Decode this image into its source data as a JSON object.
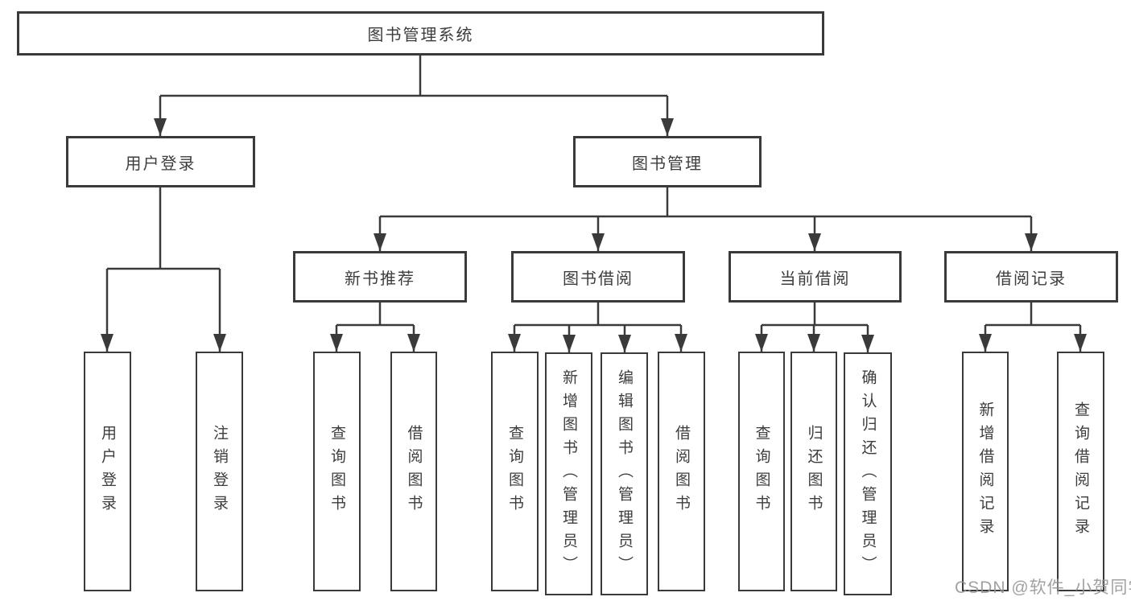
{
  "diagram": {
    "root": {
      "label": "图书管理系统"
    },
    "login_branch": {
      "label": "用户登录",
      "children": [
        {
          "label": "用户登录"
        },
        {
          "label": "注销登录"
        }
      ]
    },
    "manage_branch": {
      "label": "图书管理",
      "groups": [
        {
          "label": "新书推荐",
          "children": [
            {
              "label": "查询图书"
            },
            {
              "label": "借阅图书"
            }
          ]
        },
        {
          "label": "图书借阅",
          "children": [
            {
              "label": "查询图书"
            },
            {
              "label": "新增图书（管理员）"
            },
            {
              "label": "编辑图书（管理员）"
            },
            {
              "label": "借阅图书"
            }
          ]
        },
        {
          "label": "当前借阅",
          "children": [
            {
              "label": "查询图书"
            },
            {
              "label": "归还图书"
            },
            {
              "label": "确认归还（管理员）"
            }
          ]
        },
        {
          "label": "借阅记录",
          "children": [
            {
              "label": "新增借阅记录"
            },
            {
              "label": "查询借阅记录"
            }
          ]
        }
      ]
    },
    "line_color": "#3a3a3a",
    "box_fill": "#ffffff",
    "text_color": "#3d3d3d"
  },
  "watermark": {
    "text": "CSDN @软件_小贺同学",
    "color": "#949494"
  }
}
